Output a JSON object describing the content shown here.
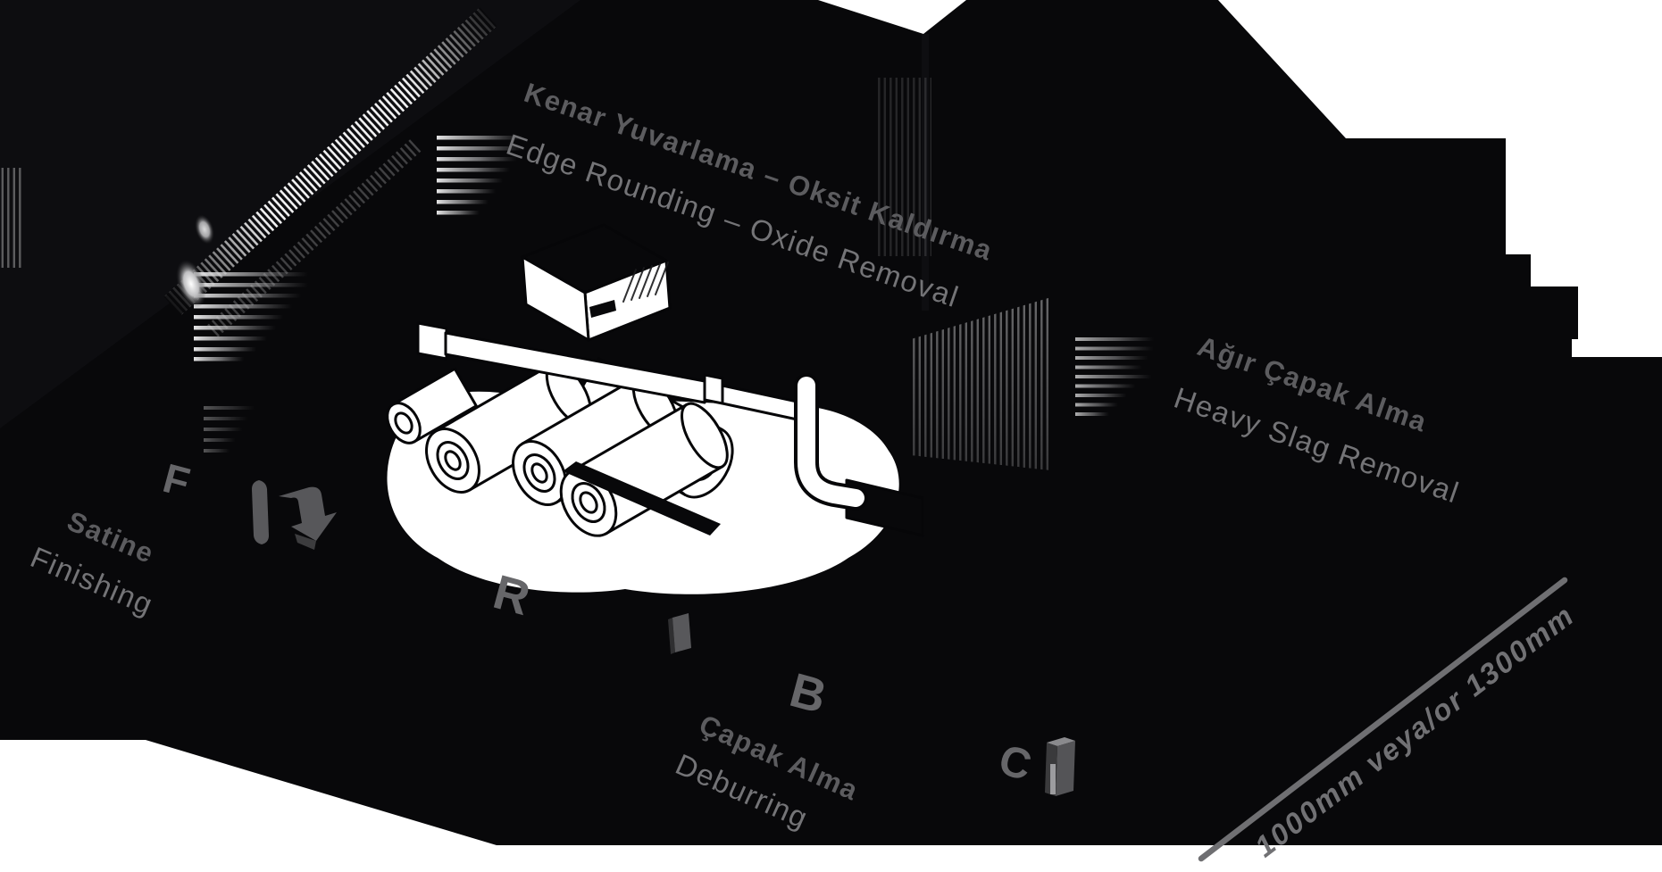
{
  "scene": {
    "type": "machine-process-infographic",
    "background_color": "#ffffff",
    "silhouette_color": "#08080a"
  },
  "process_labels": {
    "edge_rounding": {
      "title": "Kenar Yuvarlama – Oksit Kaldırma",
      "subtitle": "Edge Rounding – Oxide Removal"
    },
    "heavy_slag_removal": {
      "title": "Ağır Çapak Alma",
      "subtitle": "Heavy Slag Removal"
    },
    "finishing": {
      "title": "Satine",
      "subtitle": "Finishing"
    },
    "deburring": {
      "title": "Çapak Alma",
      "subtitle": "Deburring"
    }
  },
  "station_letters": [
    {
      "letter": "F"
    },
    {
      "letter": "R"
    },
    {
      "letter": "B"
    },
    {
      "letter": "C"
    }
  ],
  "dimension": {
    "label": "1000mm veya/or 1300mm"
  },
  "colors": {
    "label_title": "#5c5c5f",
    "label_subtitle": "#747477",
    "station_letter": "#666669",
    "dimension": "#717174",
    "machine_fill": "#ffffff",
    "machine_outline": "#060608"
  }
}
